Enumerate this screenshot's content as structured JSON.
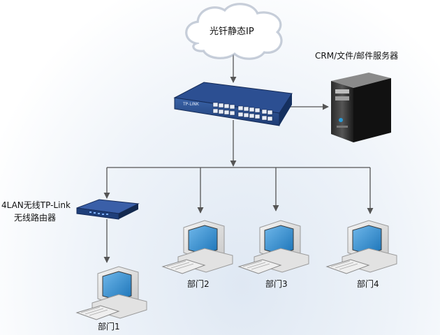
{
  "cloud": {
    "label": "光钎静态IP"
  },
  "server": {
    "label": "CRM/文件/邮件服务器"
  },
  "switch": {
    "brand_text": "TP-LINK"
  },
  "router": {
    "label_line1": "4LAN无线TP-Link",
    "label_line2": "无线路由器"
  },
  "departments": [
    {
      "label": "部门1"
    },
    {
      "label": "部门2"
    },
    {
      "label": "部门3"
    },
    {
      "label": "部门4"
    }
  ],
  "colors": {
    "line": "#555555",
    "switch_body": "#1f3f7a",
    "router_body": "#1f3f7a",
    "cloud_fill": "#ffffff",
    "cloud_edge": "#9aa6b8"
  }
}
